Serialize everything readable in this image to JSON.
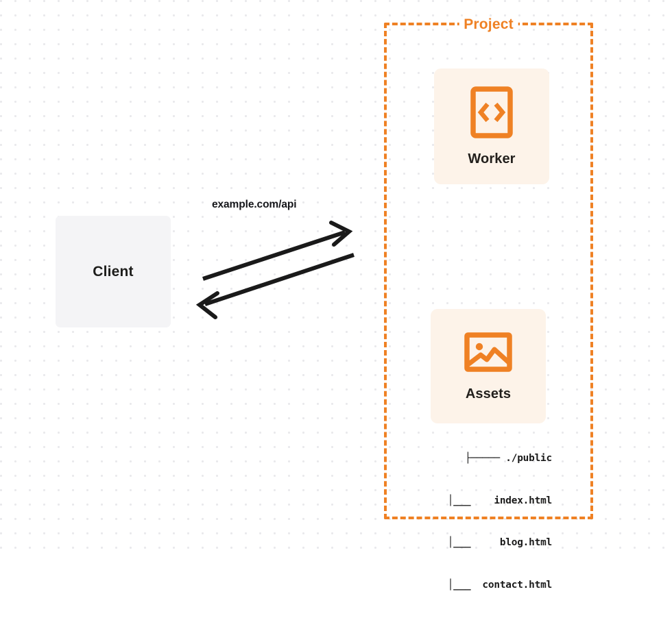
{
  "diagram": {
    "title": "Project",
    "background": {
      "style": "dot-grid",
      "dot_color": "#e9e9ec",
      "page_color": "#ffffff"
    },
    "colors": {
      "accent_orange": "#ef8124",
      "card_background": "#fdf3e9",
      "client_background": "#f4f4f6",
      "text_dark": "#1d1d1b",
      "arrow": "#1a1a1a"
    }
  },
  "client": {
    "label": "Client"
  },
  "connection": {
    "label": "example.com/api",
    "direction": "bidirectional",
    "arrow_out_name": "request-arrow",
    "arrow_in_name": "response-arrow"
  },
  "project": {
    "title": "Project",
    "border_style": "dashed",
    "border_color": "#ef8124",
    "cards": [
      {
        "label": "Worker",
        "icon": "code-brackets-icon"
      },
      {
        "label": "Assets",
        "icon": "image-icon"
      }
    ]
  },
  "file_tree": {
    "lines": [
      "├───── ./public",
      "│___    index.html",
      "│___     blog.html",
      "│___  contact.html"
    ],
    "root": "./public",
    "files": [
      "index.html",
      "blog.html",
      "contact.html"
    ]
  }
}
